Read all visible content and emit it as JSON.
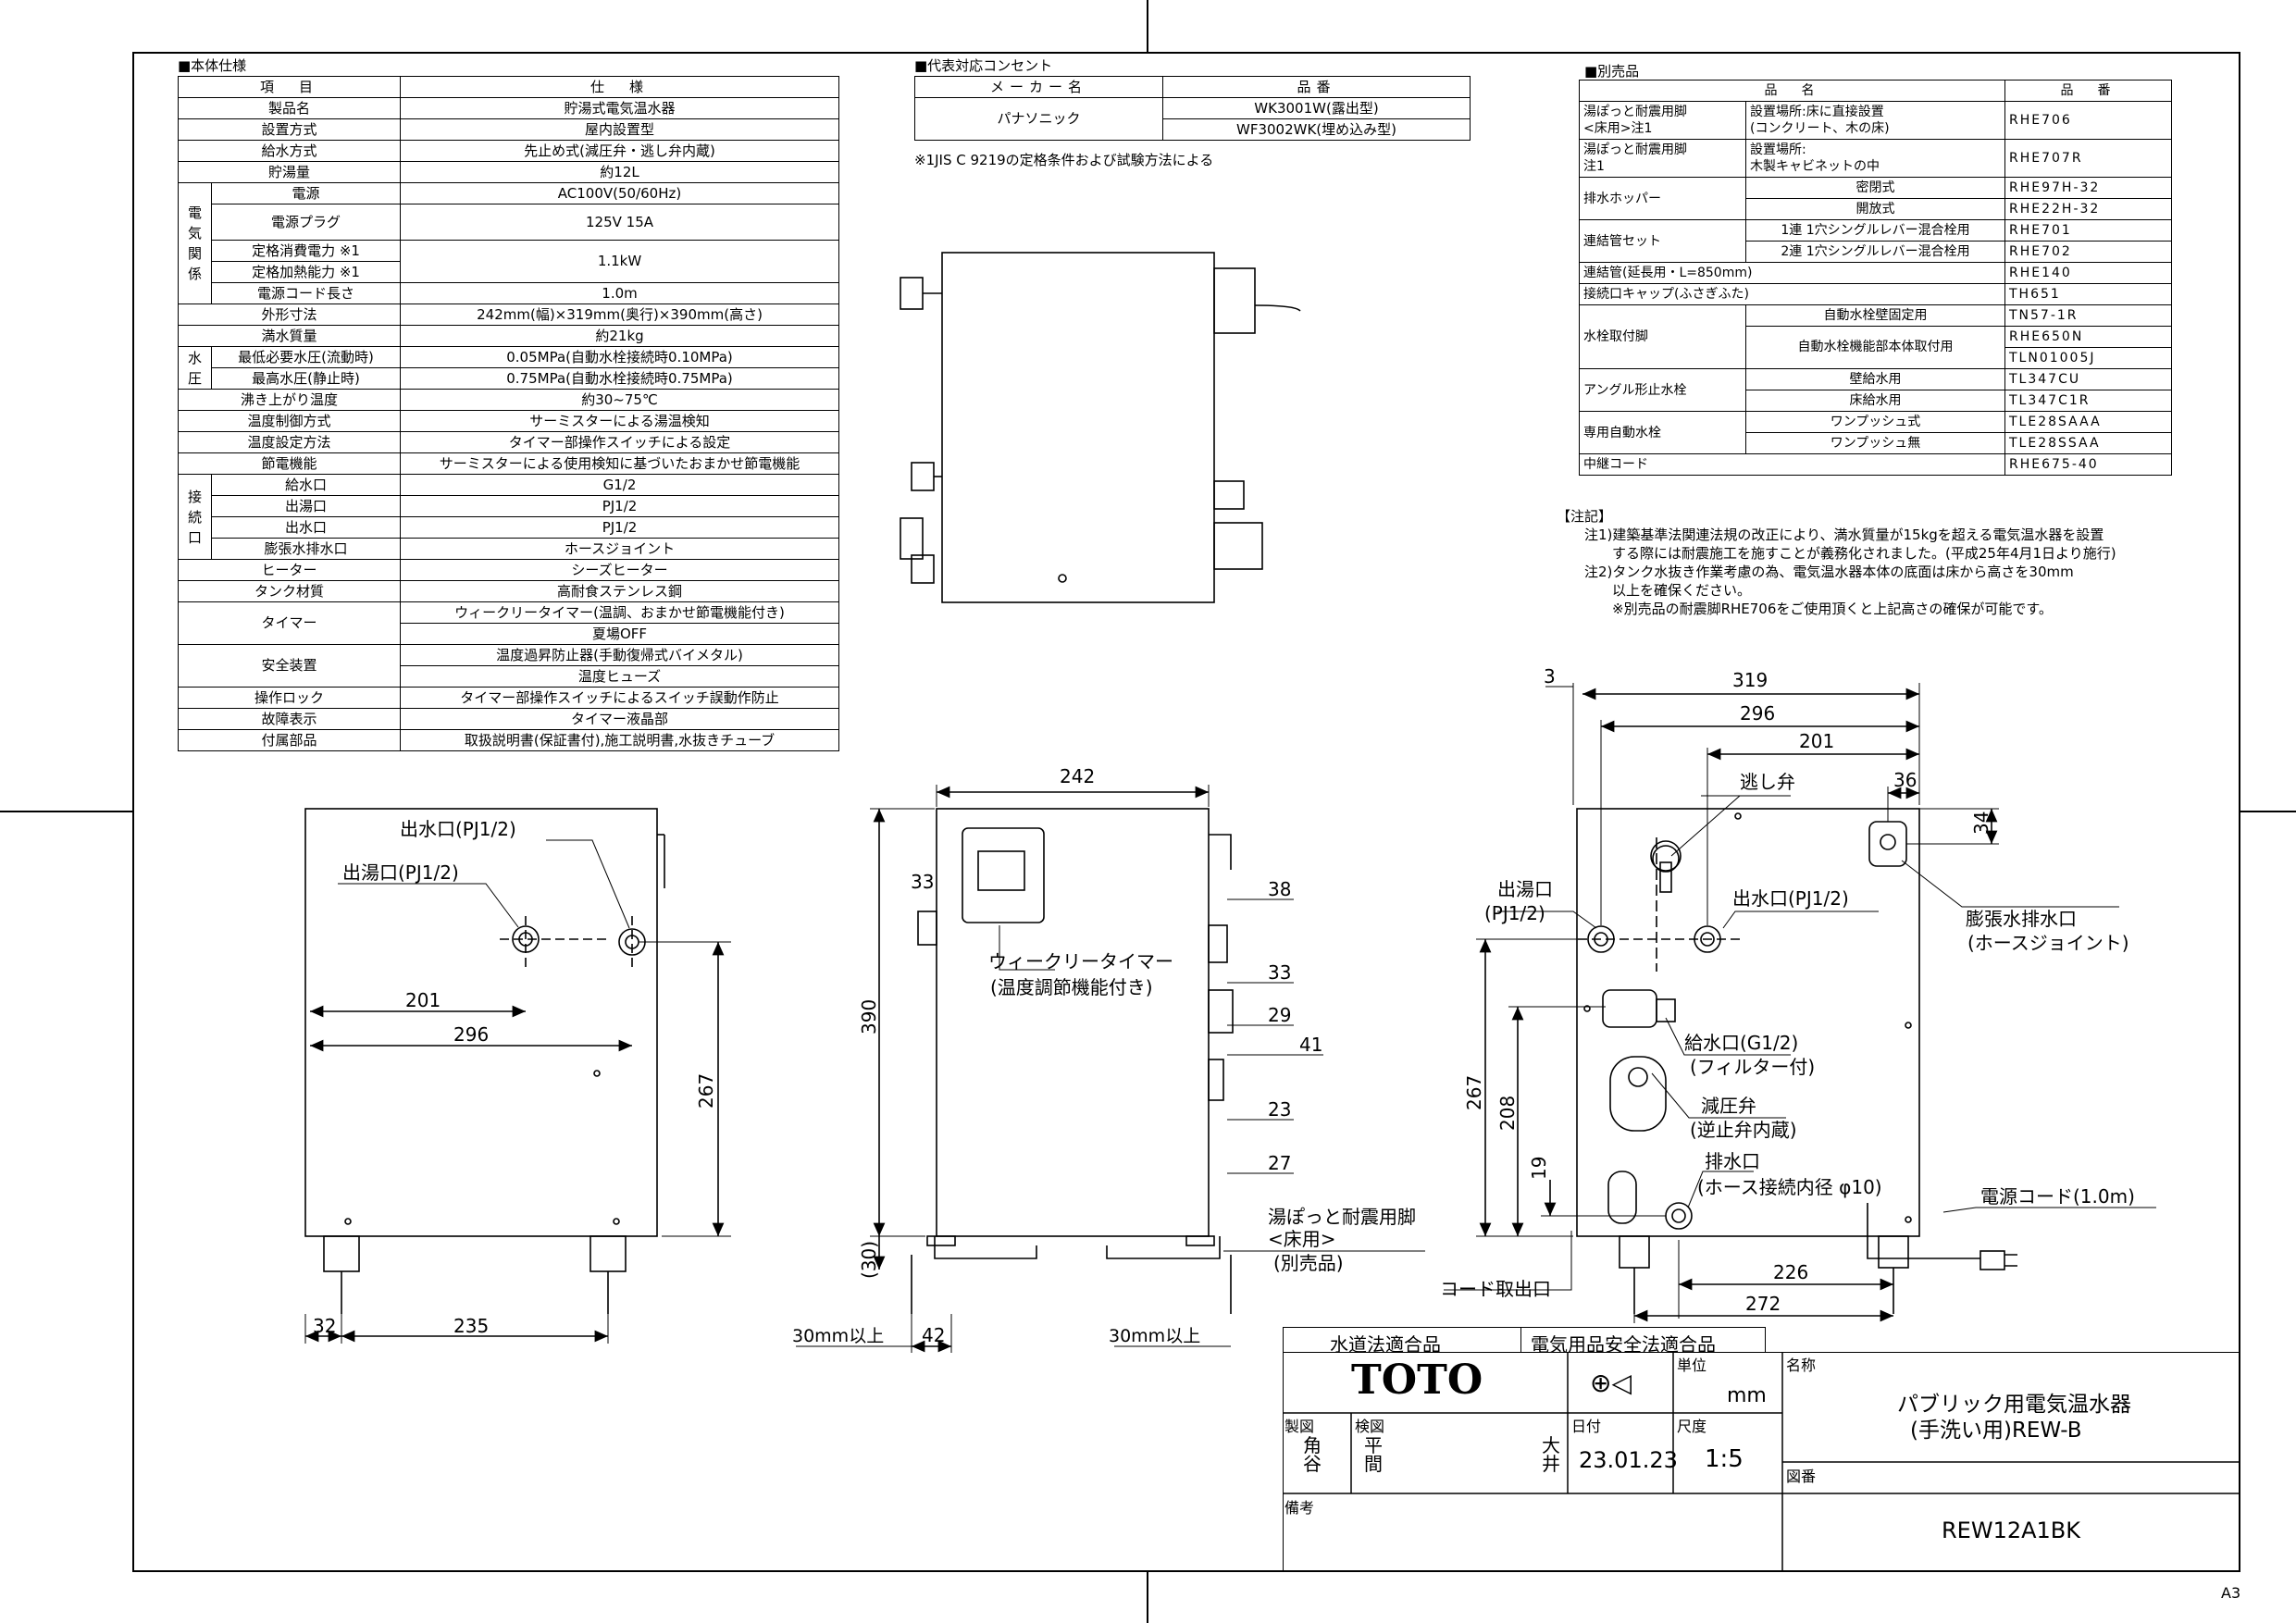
{
  "main_spec": {
    "title": "■本体仕様",
    "header": [
      "項　目",
      "仕　様"
    ],
    "rows": [
      [
        "製品名",
        "貯湯式電気温水器"
      ],
      [
        "設置方式",
        "屋内設置型"
      ],
      [
        "給水方式",
        "先止め式(減圧弁・逃し弁内蔵)"
      ],
      [
        "貯湯量",
        "約12L"
      ],
      [
        "電源",
        "AC100V(50/60Hz)"
      ],
      [
        "電源プラグ",
        "125V 15A"
      ],
      [
        "定格消費電力 ※1",
        "1.1kW"
      ],
      [
        "定格加熱能力 ※1",
        ""
      ],
      [
        "電源コード長さ",
        "1.0m"
      ],
      [
        "外形寸法",
        "242mm(幅)×319mm(奥行)×390mm(高さ)"
      ],
      [
        "満水質量",
        "約21kg"
      ],
      [
        "最低必要水圧(流動時)",
        "0.05MPa(自動水栓接続時0.10MPa)"
      ],
      [
        "最高水圧(静止時)",
        "0.75MPa(自動水栓接続時0.75MPa)"
      ],
      [
        "沸き上がり温度",
        "約30~75℃"
      ],
      [
        "温度制御方式",
        "サーミスターによる湯温検知"
      ],
      [
        "温度設定方法",
        "タイマー部操作スイッチによる設定"
      ],
      [
        "節電機能",
        "サーミスターによる使用検知に基づいたおまかせ節電機能"
      ],
      [
        "給水口",
        "G1/2"
      ],
      [
        "出湯口",
        "PJ1/2"
      ],
      [
        "出水口",
        "PJ1/2"
      ],
      [
        "膨張水排水口",
        "ホースジョイント"
      ],
      [
        "ヒーター",
        "シーズヒーター"
      ],
      [
        "タンク材質",
        "高耐食ステンレス鋼"
      ],
      [
        "タイマー",
        "ウィークリータイマー(温調、おまかせ節電機能付き)"
      ],
      [
        "",
        "夏場OFF"
      ],
      [
        "安全装置",
        "温度過昇防止器(手動復帰式バイメタル)"
      ],
      [
        "",
        "温度ヒューズ"
      ],
      [
        "操作ロック",
        "タイマー部操作スイッチによるスイッチ誤動作防止"
      ],
      [
        "故障表示",
        "タイマー液晶部"
      ],
      [
        "付属部品",
        "取扱説明書(保証書付),施工説明書,水抜きチューブ"
      ]
    ],
    "group_denki": "電\n気\n関\n係",
    "group_suiatsu": "水\n圧",
    "group_setsuzoku": "接\n続\n口"
  },
  "outlet_spec": {
    "title": "■代表対応コンセント",
    "header": [
      "メーカー名",
      "品番"
    ],
    "maker": "パナソニック",
    "parts": [
      "WK3001W(露出型)",
      "WF3002WK(埋め込み型)"
    ],
    "footnote": "※1JIS C 9219の定格条件および試験方法による"
  },
  "options": {
    "title": "■別売品",
    "header": [
      "品　名",
      "品　番"
    ],
    "rows": [
      [
        "湯ぽっと耐震用脚\n<床用>注1",
        "設置場所:床に直接設置\n(コンクリート、木の床)",
        "RHE706"
      ],
      [
        "湯ぽっと耐震用脚\n注1",
        "設置場所:\n木製キャビネットの中",
        "RHE707R"
      ],
      [
        "排水ホッパー",
        "密閉式",
        "RHE97H-32"
      ],
      [
        "",
        "開放式",
        "RHE22H-32"
      ],
      [
        "連結管セット",
        "1連 1穴シングルレバー混合栓用",
        "RHE701"
      ],
      [
        "",
        "2連 1穴シングルレバー混合栓用",
        "RHE702"
      ],
      [
        "連結管(延長用・L=850mm)",
        "",
        "RHE140"
      ],
      [
        "接続口キャップ(ふさぎふた)",
        "",
        "TH651"
      ],
      [
        "水栓取付脚",
        "自動水栓壁固定用",
        "TN57-1R"
      ],
      [
        "",
        "自動水栓機能部本体取付用",
        "RHE650N"
      ],
      [
        "",
        "",
        "TLN01005J"
      ],
      [
        "アングル形止水栓",
        "壁給水用",
        "TL347CU"
      ],
      [
        "",
        "床給水用",
        "TL347C1R"
      ],
      [
        "専用自動水栓",
        "ワンプッシュ式",
        "TLE28SAAA"
      ],
      [
        "",
        "ワンプッシュ無",
        "TLE28SSAA"
      ],
      [
        "中継コード",
        "",
        "RHE675-40"
      ]
    ],
    "notes_title": "【注記】",
    "notes": [
      "注1)建築基準法関連法規の改正により、満水質量が15kgを超える電気温水器を設置",
      "　　する際には耐震施工を施すことが義務化されました。(平成25年4月1日より施行)",
      "注2)タンク水抜き作業考慮の為、電気温水器本体の底面は床から高さを30mm",
      "　　以上を確保ください。",
      "　　※別売品の耐震脚RHE706をご使用頂くと上記高さの確保が可能です。"
    ]
  },
  "drawings": {
    "front": {
      "labels": [
        "出水口(PJ1/2)",
        "出湯口(PJ1/2)"
      ],
      "dims": [
        "201",
        "296",
        "267",
        "32",
        "235"
      ]
    },
    "side": {
      "labels": [
        "ウィークリータイマー",
        "(温度調節機能付き)",
        "湯ぽっと耐震用脚",
        "<床用>",
        "(別売品)",
        "30mm以上",
        "30mm以上"
      ],
      "dims": [
        "242",
        "33",
        "38",
        "33",
        "29",
        "41",
        "23",
        "27",
        "390",
        "(30)",
        "42"
      ]
    },
    "back": {
      "labels": [
        "逃し弁",
        "出湯口",
        "(PJ1/2)",
        "出水口(PJ1/2)",
        "膨張水排水口",
        "(ホースジョイント)",
        "給水口(G1/2)",
        "(フィルター付)",
        "減圧弁",
        "(逆止弁内蔵)",
        "排水口",
        "(ホース接続内径 φ10)",
        "電源コード(1.0m)",
        "コード取出口"
      ],
      "dims": [
        "3",
        "319",
        "296",
        "201",
        "36",
        "34",
        "267",
        "208",
        "19",
        "226",
        "272"
      ]
    }
  },
  "title_block": {
    "cert1": "水道法適合品",
    "cert2": "電気用品安全法適合品",
    "brand": "TOTO",
    "unit_label": "単位",
    "unit": "mm",
    "name_label": "名称",
    "name_line1": "パブリック用電気温水器",
    "name_line2": "(手洗い用)REW-B",
    "drawn_label": "製図",
    "drawn_by": "角\n谷",
    "checked_label": "検図",
    "checked_by": "平\n間",
    "approver": "大\n井",
    "date_label": "日付",
    "date": "23.01.23",
    "scale_label": "尺度",
    "scale": "1:5",
    "drawing_no_label": "図番",
    "remarks_label": "備考",
    "drawing_no": "REW12A1BK"
  },
  "sheet_size": "A3"
}
